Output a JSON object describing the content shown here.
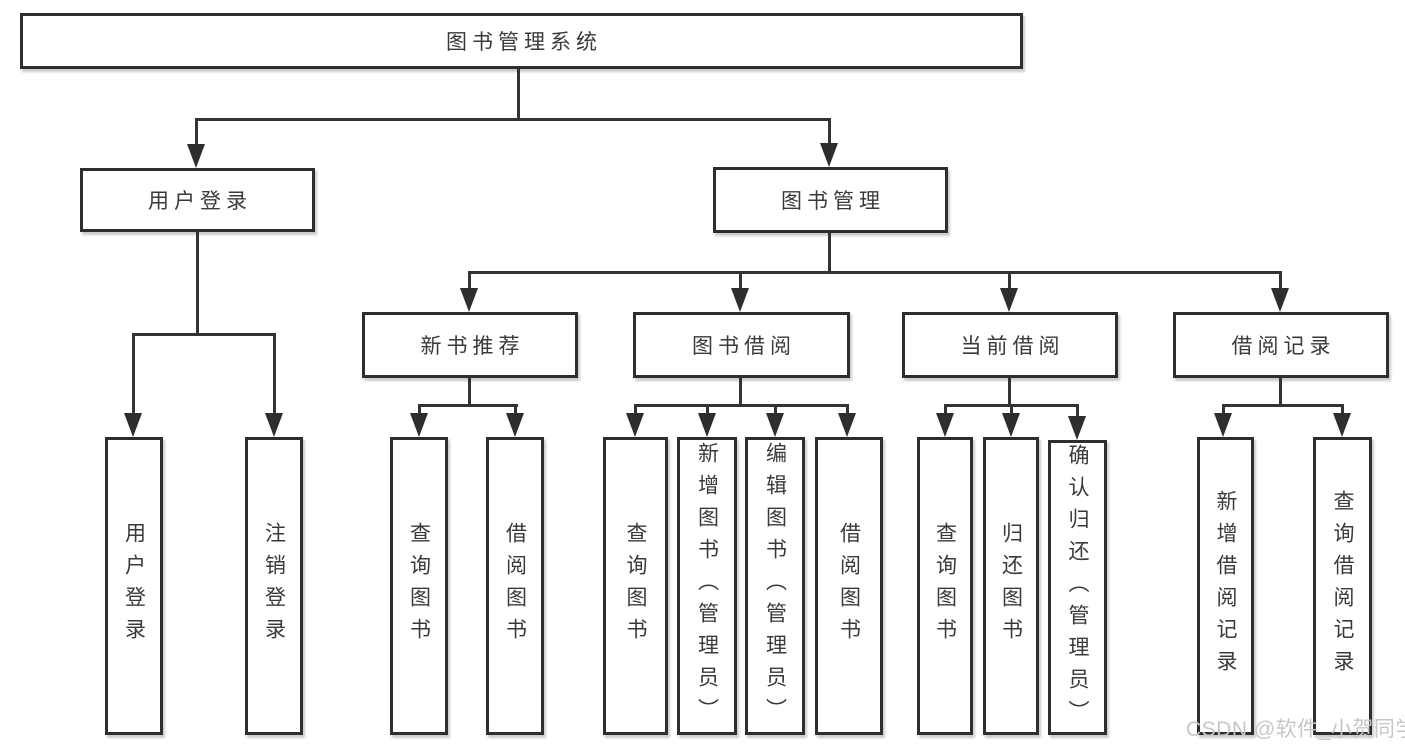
{
  "diagram": {
    "title": "图书管理系统",
    "root": {
      "label": "图书管理系统"
    },
    "level2": [
      {
        "id": "user-login",
        "label": "用户登录"
      },
      {
        "id": "book-mgmt",
        "label": "图书管理"
      }
    ],
    "level3": [
      {
        "id": "new-book-rec",
        "label": "新书推荐"
      },
      {
        "id": "book-borrow",
        "label": "图书借阅"
      },
      {
        "id": "current-borrow",
        "label": "当前借阅"
      },
      {
        "id": "borrow-records",
        "label": "借阅记录"
      }
    ],
    "leaves": {
      "user_login": [
        "用户登录",
        "注销登录"
      ],
      "new_book": [
        "查询图书",
        "借阅图书"
      ],
      "book_borrow": [
        "查询图书",
        "新增图书（管理员）",
        "编辑图书（管理员）",
        "借阅图书"
      ],
      "current_borrow": [
        "查询图书",
        "归还图书",
        "确认归还（管理员）"
      ],
      "borrow_records": [
        "新增借阅记录",
        "查询借阅记录"
      ]
    },
    "line_color": "#333333",
    "box_border_color": "#2e2e2e",
    "watermark": "CSDN @软件_小贺同学"
  }
}
